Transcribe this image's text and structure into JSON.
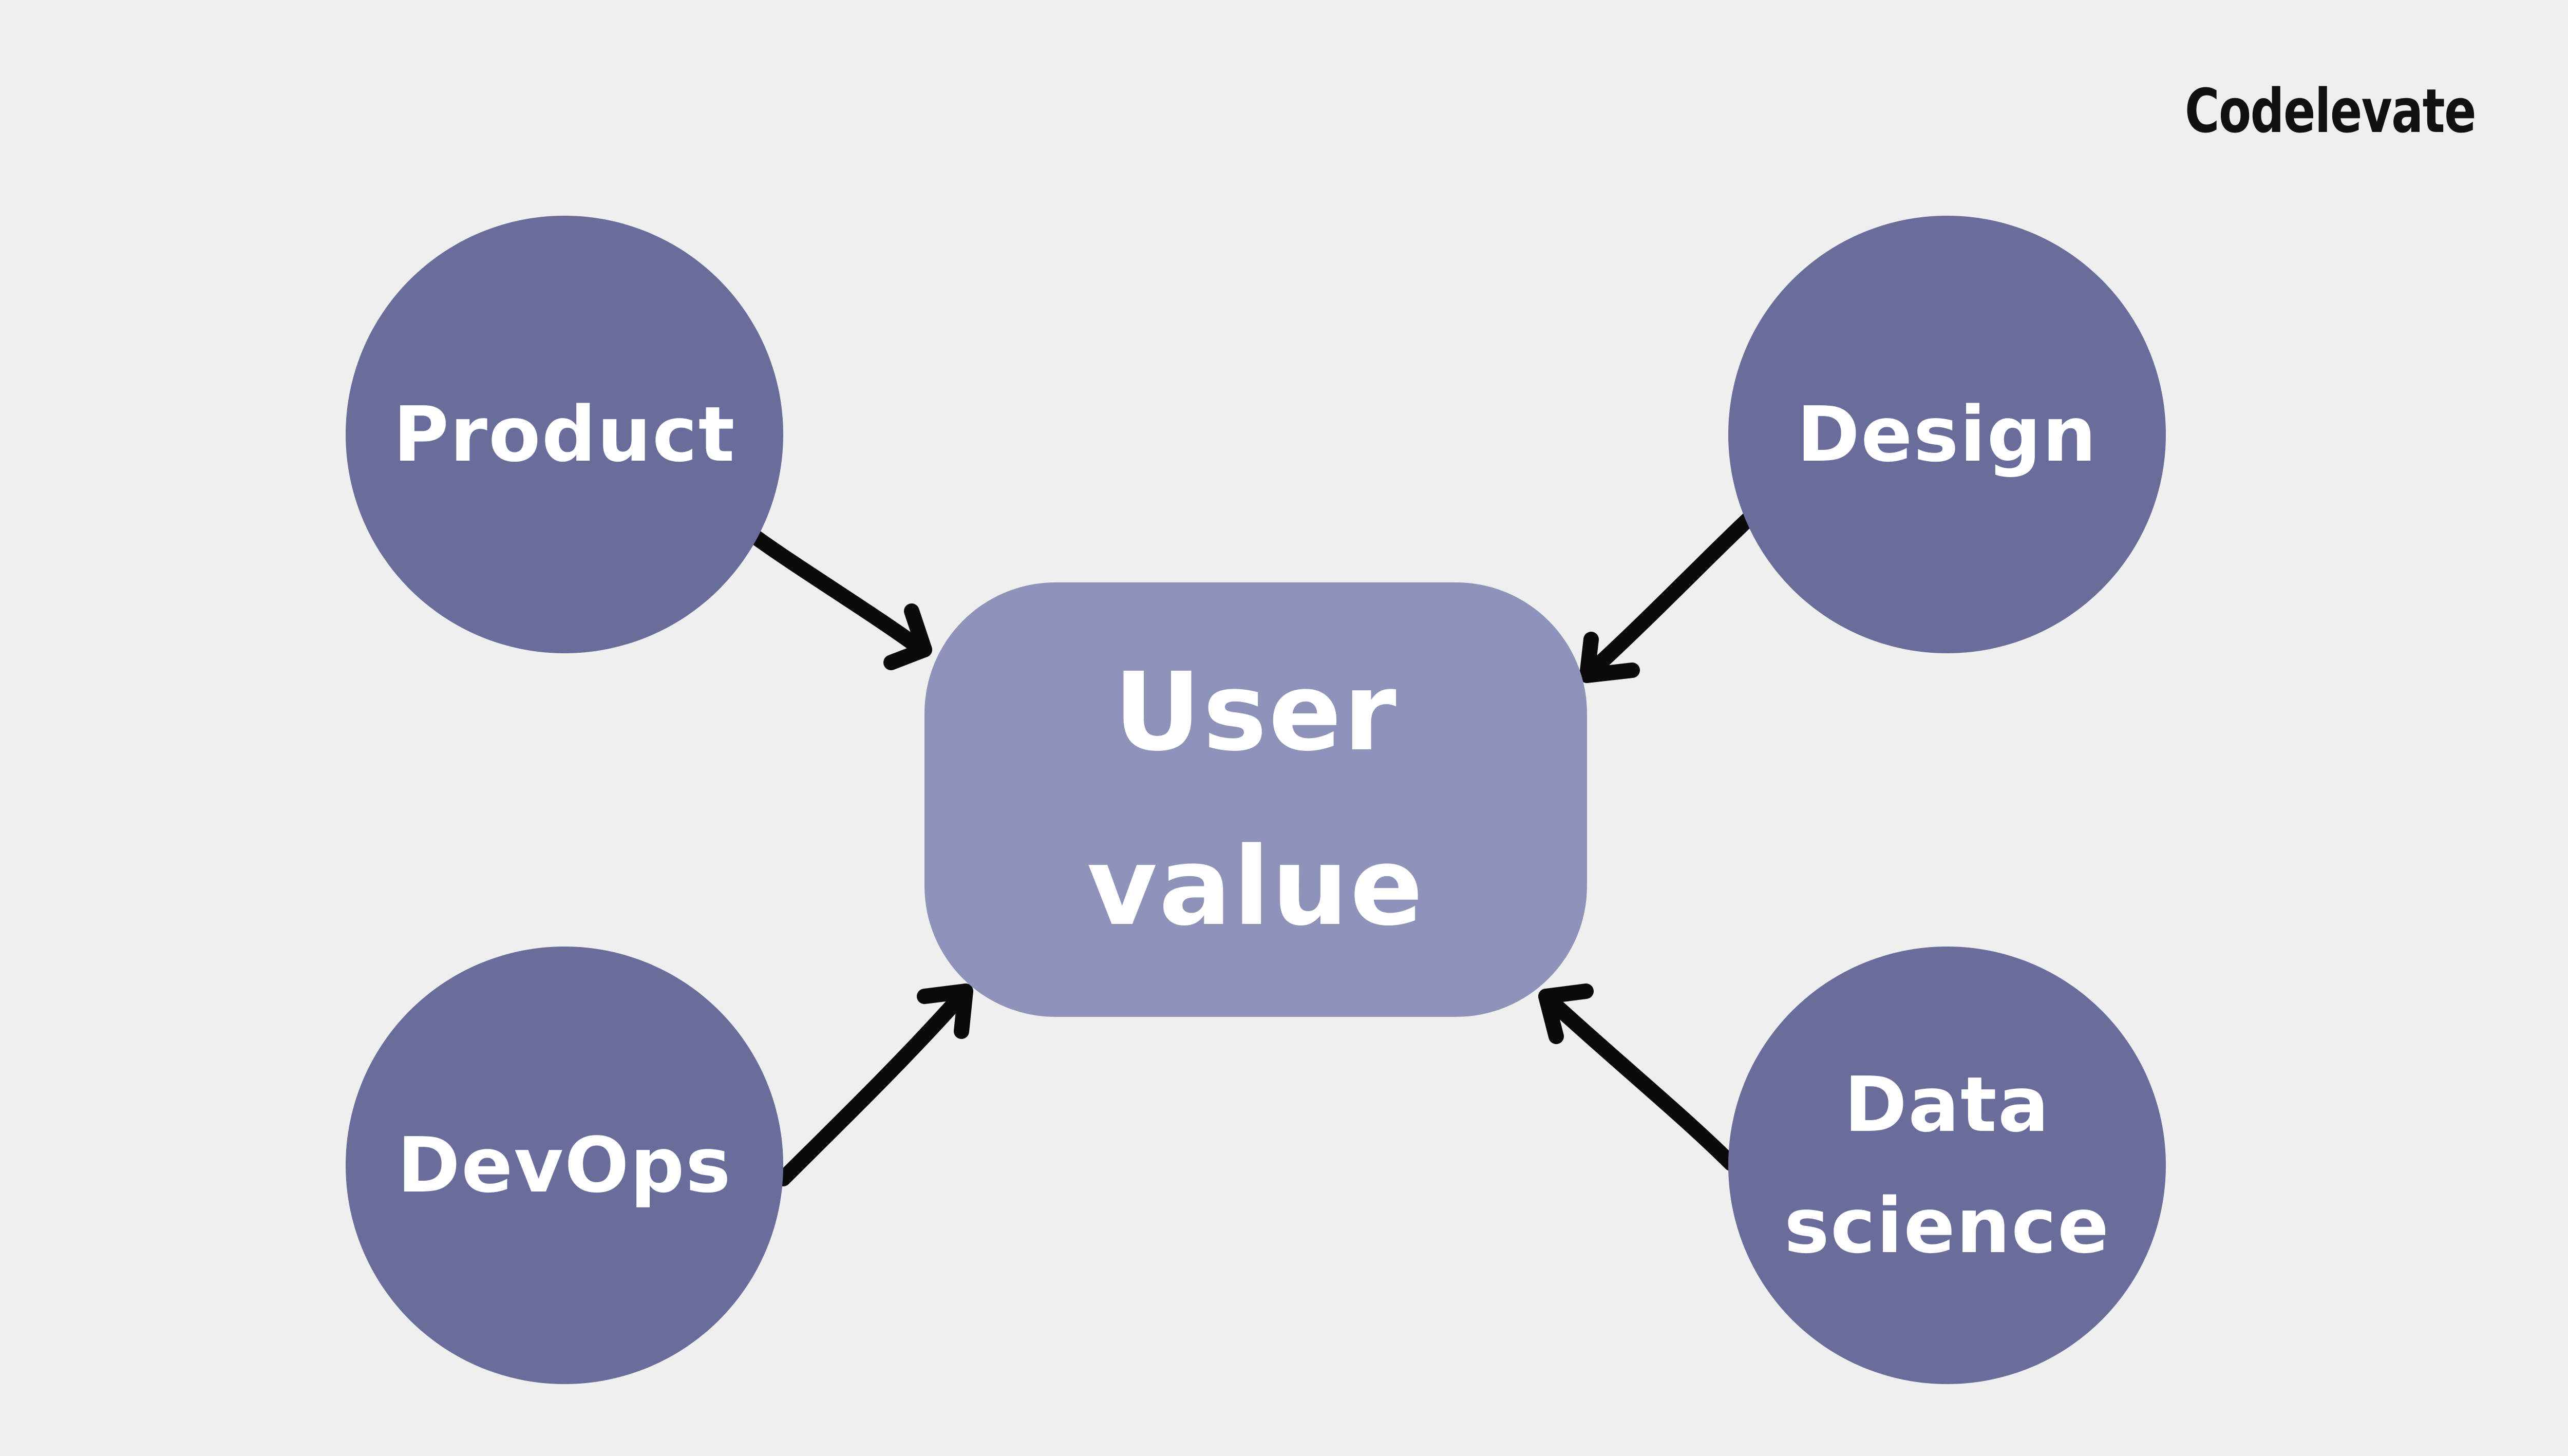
{
  "brand": {
    "name": "Codelevate",
    "logo_icon": "rocket-logo-icon"
  },
  "center": {
    "lines": [
      "User",
      "value"
    ]
  },
  "nodes": {
    "product": {
      "lines": [
        "Product"
      ]
    },
    "design": {
      "lines": [
        "Design"
      ]
    },
    "devops": {
      "lines": [
        "DevOps"
      ]
    },
    "data_science": {
      "lines": [
        "Data",
        "science"
      ]
    }
  },
  "colors": {
    "background": "#efefef",
    "node_fill": "#686d9b",
    "center_fill": "#8e93ba",
    "text": "#ffffff",
    "arrow": "#0a0a0a"
  }
}
